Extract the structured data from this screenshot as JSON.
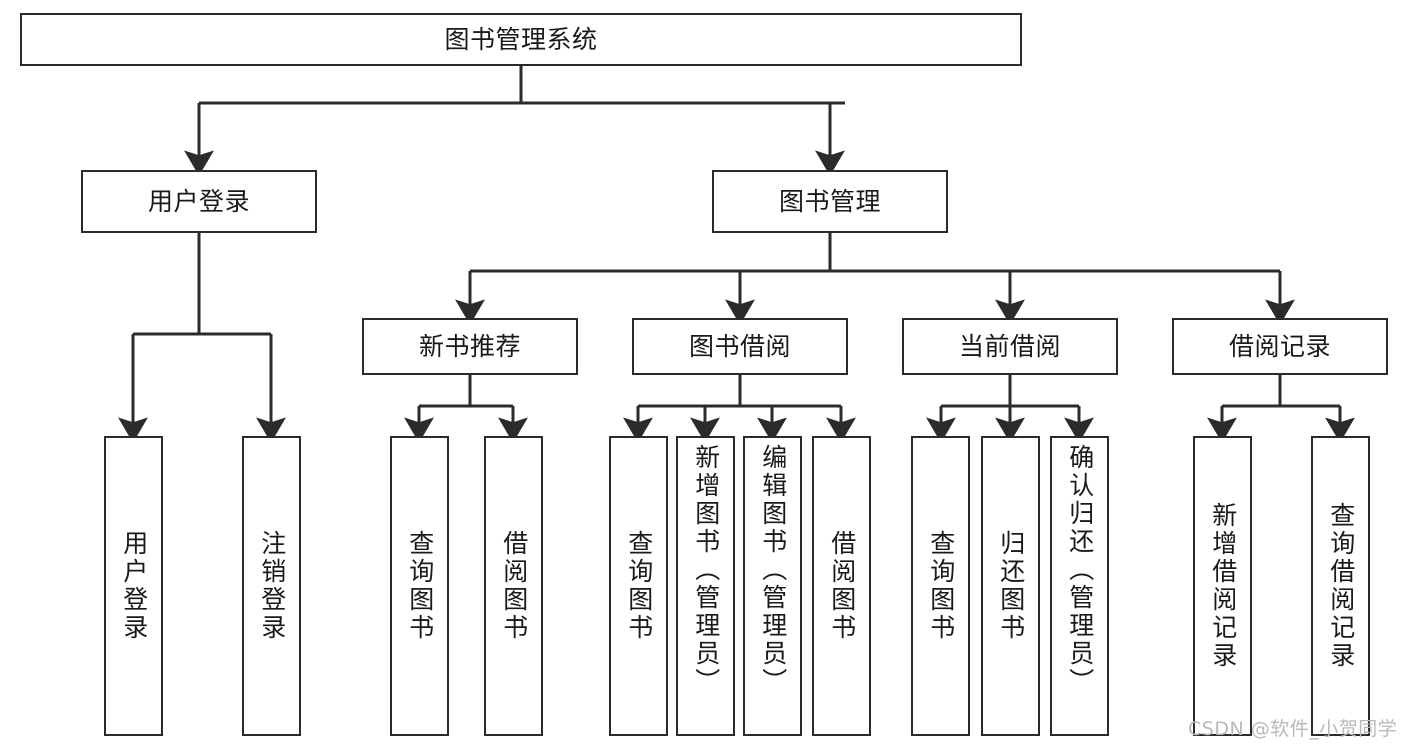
{
  "diagram": {
    "title": "图书管理系统",
    "type": "tree-hierarchy-chart",
    "watermark": "CSDN @软件_小贺同学",
    "colors": {
      "box_border": "#2b2b2b",
      "box_fill": "#ffffff",
      "connector": "#2b2b2b",
      "text": "#1a1a1a",
      "watermark": "#b9b9b9",
      "background": "#ffffff"
    },
    "nodes": {
      "root": {
        "label": "图书管理系统"
      },
      "level2": [
        {
          "id": "user-login",
          "label": "用户登录"
        },
        {
          "id": "book-management",
          "label": "图书管理"
        }
      ],
      "level3": [
        {
          "id": "new-book-recommend",
          "label": "新书推荐"
        },
        {
          "id": "book-borrow",
          "label": "图书借阅"
        },
        {
          "id": "current-borrow",
          "label": "当前借阅"
        },
        {
          "id": "borrow-record",
          "label": "借阅记录"
        }
      ],
      "leaves": [
        {
          "id": "leaf-user-login",
          "label": "用户登录"
        },
        {
          "id": "leaf-logout-login",
          "label": "注销登录"
        },
        {
          "id": "leaf-query-books-1",
          "label": "查询图书"
        },
        {
          "id": "leaf-borrow-books-1",
          "label": "借阅图书"
        },
        {
          "id": "leaf-query-books-2",
          "label": "查询图书"
        },
        {
          "id": "leaf-add-book-admin",
          "label": "新增图书（管理员）"
        },
        {
          "id": "leaf-edit-book-admin",
          "label": "编辑图书（管理员）"
        },
        {
          "id": "leaf-borrow-books-2",
          "label": "借阅图书"
        },
        {
          "id": "leaf-query-books-3",
          "label": "查询图书"
        },
        {
          "id": "leaf-return-books",
          "label": "归还图书"
        },
        {
          "id": "leaf-confirm-return-admin",
          "label": "确认归还（管理员）"
        },
        {
          "id": "leaf-add-borrow-record",
          "label": "新增借阅记录"
        },
        {
          "id": "leaf-query-borrow-record",
          "label": "查询借阅记录"
        }
      ]
    }
  }
}
